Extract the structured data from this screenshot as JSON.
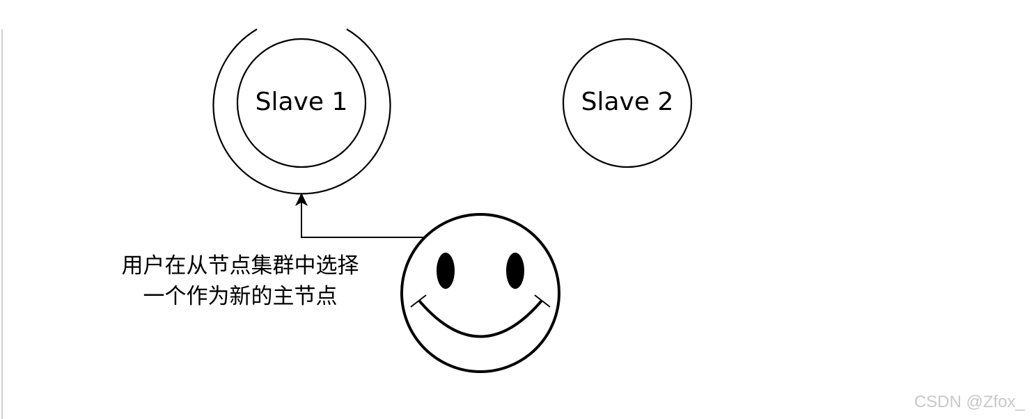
{
  "nodes": {
    "slave1": {
      "label": "Slave 1"
    },
    "slave2": {
      "label": "Slave 2"
    }
  },
  "caption": {
    "line1": "用户在从节点集群中选择",
    "line2": "一个作为新的主节点"
  },
  "actor_icon": "smiley-face-icon",
  "watermark": "CSDN @Zfox_"
}
